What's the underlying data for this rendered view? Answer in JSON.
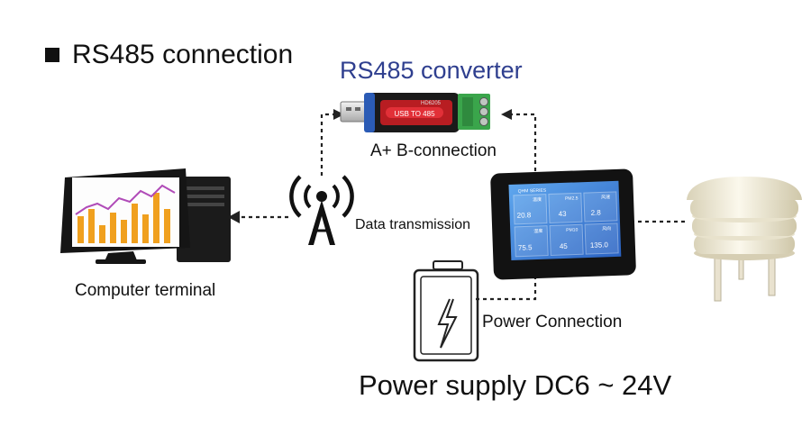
{
  "heading": "RS485 connection",
  "converter": {
    "title": "RS485 converter",
    "device_text": "USB TO 485",
    "model": "HD6205"
  },
  "labels": {
    "ab_connection": "A+ B-connection",
    "data_transmission": "Data transmission",
    "computer_terminal": "Computer terminal",
    "power_connection": "Power Connection",
    "power_supply": "Power supply DC6 ~ 24V"
  },
  "display": {
    "brand": "QHM SERIES",
    "readings": [
      "20.8",
      "43",
      "2.8",
      "75.5",
      "45",
      "135.0"
    ],
    "tags": [
      "温度",
      "PM2.5",
      "风速",
      "湿度",
      "PM10",
      "风向"
    ]
  },
  "colors": {
    "converter_title": "#2f3f8f",
    "screen_bg": "#3d7fd6",
    "terminal_green": "#3aa54b",
    "converter_red": "#d8232a"
  }
}
